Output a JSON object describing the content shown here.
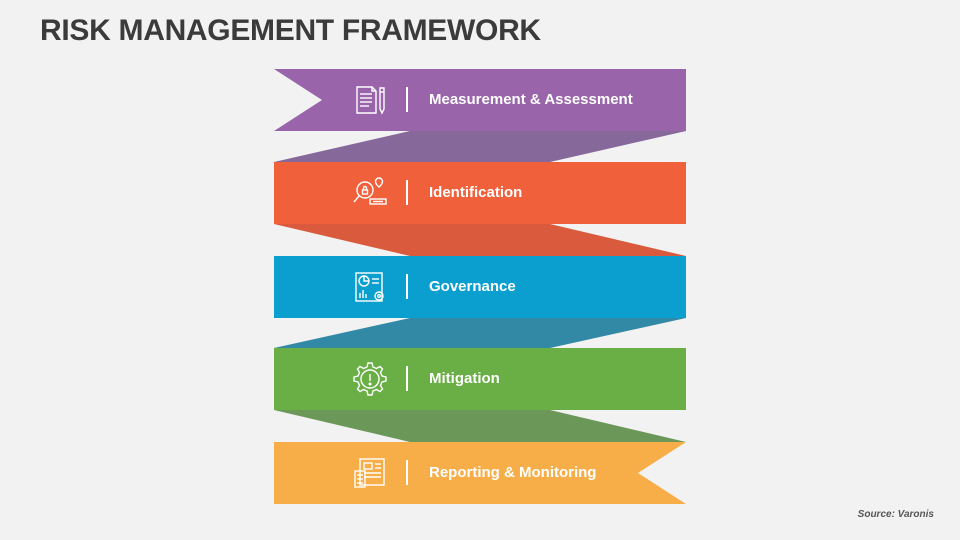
{
  "title": "RISK MANAGEMENT FRAMEWORK",
  "source": "Source: Varonis",
  "steps": [
    {
      "label": "Measurement & Assessment",
      "icon": "document-pencil-icon",
      "color": "#9a64ab",
      "fold_color": "#86689a"
    },
    {
      "label": "Identification",
      "icon": "magnifier-search-icon",
      "color": "#f0603b",
      "fold_color": "#d95a3c"
    },
    {
      "label": "Governance",
      "icon": "report-chart-gear-icon",
      "color": "#0b9fcf",
      "fold_color": "#3189a6"
    },
    {
      "label": "Mitigation",
      "icon": "gear-warning-icon",
      "color": "#6aaf45",
      "fold_color": "#6b9859"
    },
    {
      "label": "Reporting & Monitoring",
      "icon": "dashboard-report-icon",
      "color": "#f7ae48"
    }
  ]
}
